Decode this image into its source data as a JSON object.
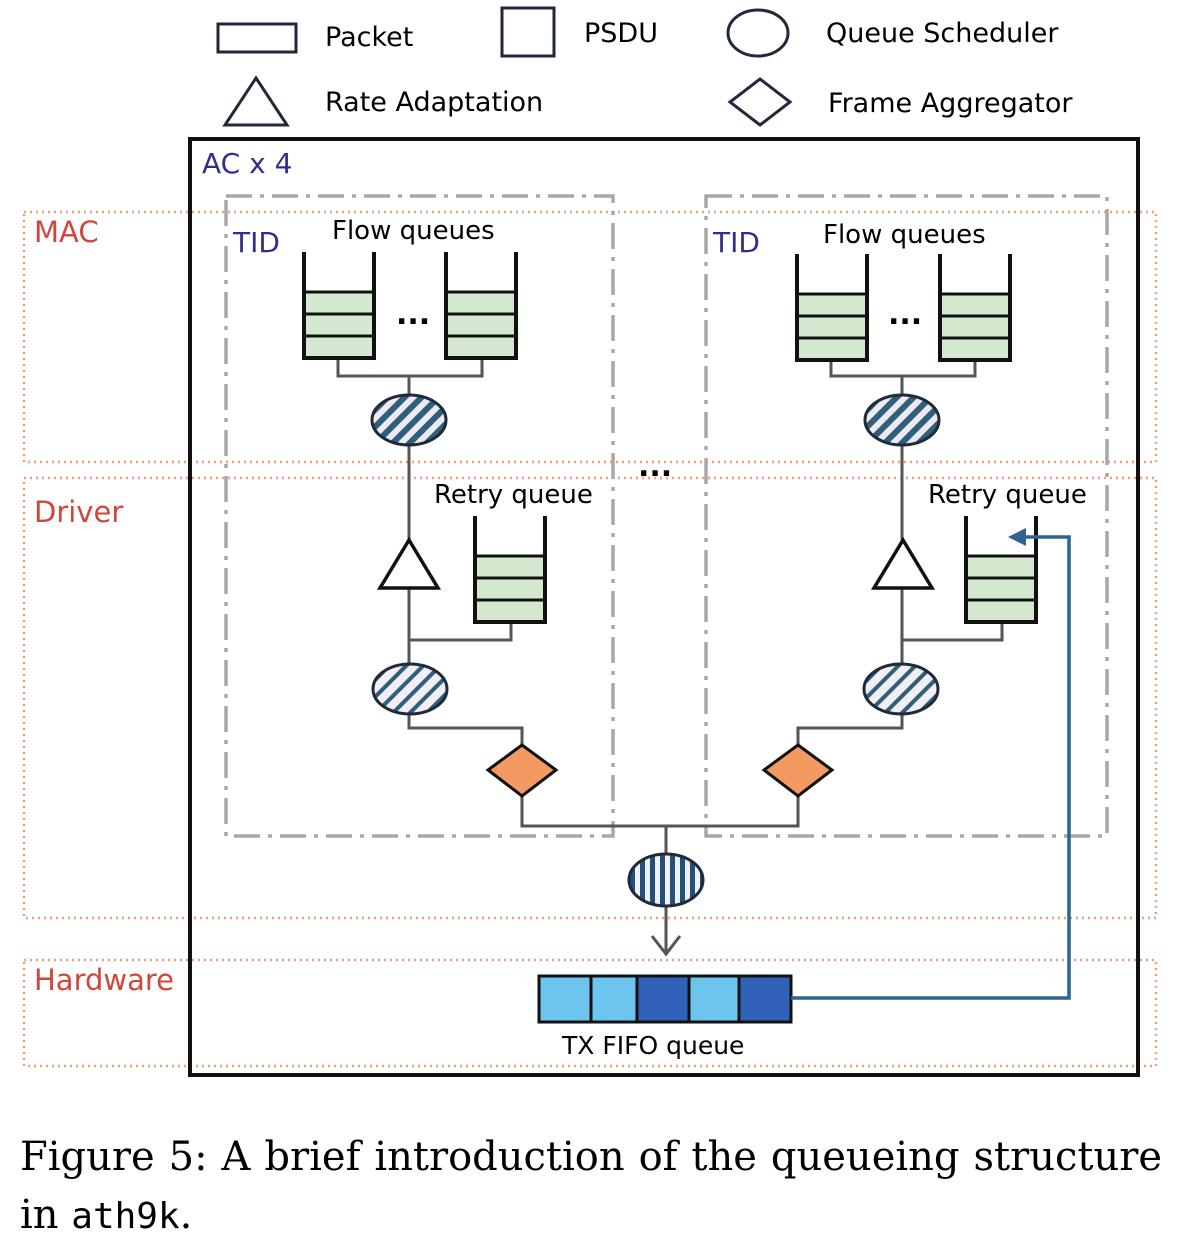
{
  "legend": {
    "packet": "Packet",
    "psdu": "PSDU",
    "queue_scheduler": "Queue Scheduler",
    "rate_adaptation": "Rate Adaptation",
    "frame_aggregator": "Frame Aggregator"
  },
  "container_label": "AC x 4",
  "layers": {
    "mac": "MAC",
    "driver": "Driver",
    "hardware": "Hardware"
  },
  "tid_left": {
    "tid": "TID",
    "flow_queues": "Flow queues",
    "ellipsis": "...",
    "retry_queue": "Retry queue"
  },
  "tid_right": {
    "tid": "TID",
    "flow_queues": "Flow queues",
    "ellipsis": "...",
    "retry_queue": "Retry queue"
  },
  "between_tids": "...",
  "tx_fifo_label": "TX FIFO queue",
  "caption": {
    "prefix": "Figure 5:  A brief introduction of the queueing structure in ",
    "code": "ath9k",
    "suffix": "."
  },
  "colors": {
    "layer_border": "#f0a070",
    "layer_text": "#d0473a",
    "container_text": "#2e2f8c",
    "tid_border": "#a8a8a8",
    "queue_fill": "#d4e7cf",
    "scheduler_stripe": "#2f5f7a",
    "aggregator_fill": "#f29a62",
    "fifo_light": "#6cc4ef",
    "fifo_dark": "#2f62b8",
    "retry_arrow": "#2f6490"
  }
}
